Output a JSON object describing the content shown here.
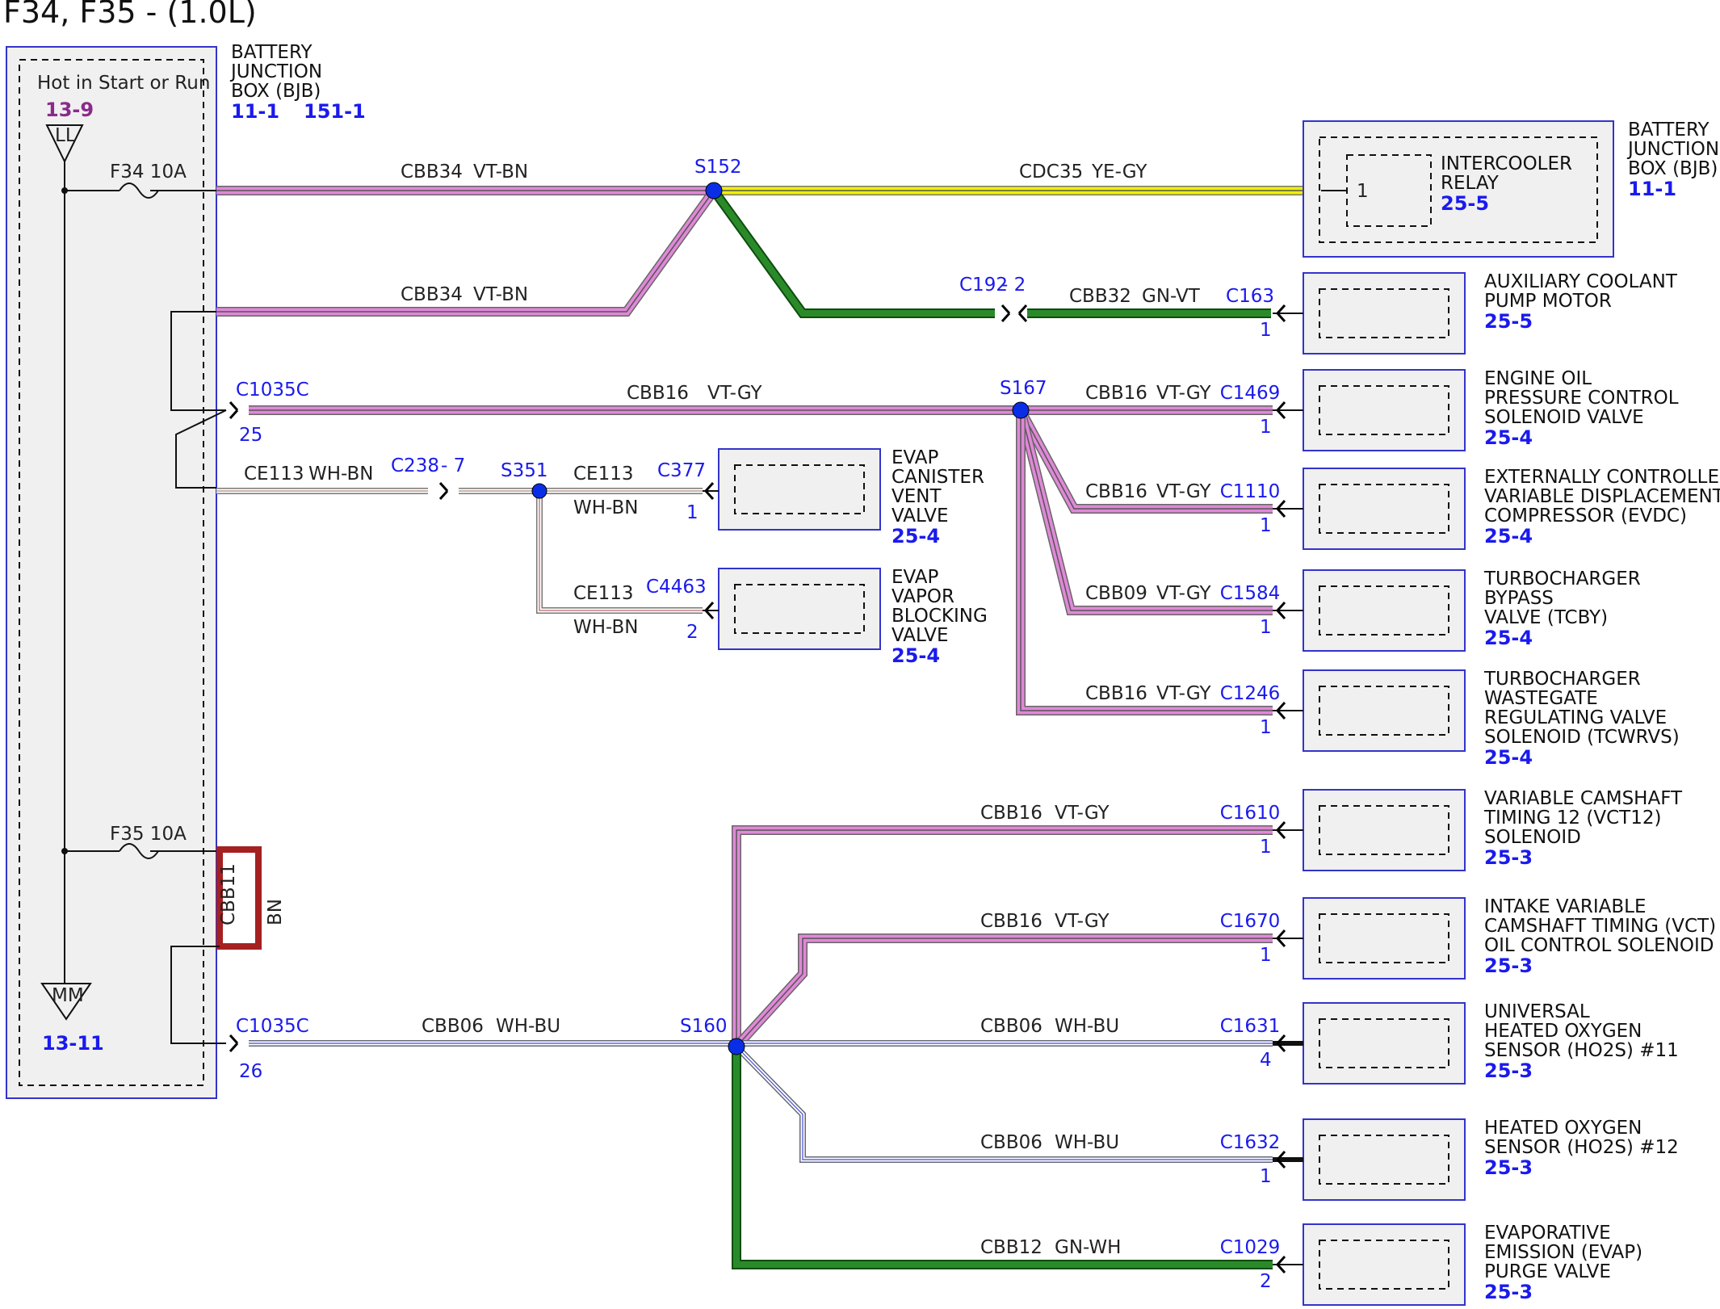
{
  "title": "F34, F35 - (1.0L)",
  "source": {
    "name_lines": [
      "BATTERY",
      "JUNCTION",
      "BOX (BJB)"
    ],
    "refs": [
      "11-1",
      "151-1"
    ],
    "hot_label": "Hot in Start or Run",
    "top_ref": "13-9",
    "top_term": "LL",
    "bottom_term": "MM",
    "bottom_ref": "13-11",
    "fuse1": "F34   10A",
    "fuse2": "F35   10A",
    "jumper_code": "CBB11",
    "jumper_color": "BN"
  },
  "colors": {
    "violet": "#e088d8",
    "yellow": "#f0f000",
    "green": "#1f7a1f",
    "box_fill": "#f0f0f0",
    "box_border": "#3333cc",
    "connector_blue": "#1a1aee",
    "splice_blue": "#0a2ee6",
    "jumper_red": "#a52020"
  },
  "wires": [
    {
      "name": "CBB34",
      "color": "VT-BN"
    },
    {
      "name": "CBB34",
      "color": "VT-BN"
    },
    {
      "name": "CDC35",
      "color": "YE-GY"
    },
    {
      "name": "CBB32",
      "color": "GN-VT"
    },
    {
      "name": "CBB16",
      "color": "VT-GY"
    },
    {
      "name": "CBB16",
      "color": "VT-GY"
    },
    {
      "name": "CBB16",
      "color": "VT-GY"
    },
    {
      "name": "CBB09",
      "color": "VT-GY"
    },
    {
      "name": "CBB16",
      "color": "VT-GY"
    },
    {
      "name": "CE113",
      "color": "WH-BN"
    },
    {
      "name": "CE113",
      "color": "WH-BN"
    },
    {
      "name": "CE113",
      "color": "WH-BN"
    },
    {
      "name": "CBB16",
      "color": "VT-GY"
    },
    {
      "name": "CBB16",
      "color": "VT-GY"
    },
    {
      "name": "CBB06",
      "color": "WH-BU"
    },
    {
      "name": "CBB06",
      "color": "WH-BU"
    },
    {
      "name": "CBB06",
      "color": "WH-BU"
    },
    {
      "name": "CBB12",
      "color": "GN-WH"
    }
  ],
  "splices": [
    "S152",
    "S167",
    "S351",
    "S160"
  ],
  "inline_connectors": [
    {
      "name": "C192",
      "pin": "- 2"
    },
    {
      "name": "C238",
      "pin": "- 7"
    },
    {
      "name": "C1035C",
      "pin": "25"
    },
    {
      "name": "C1035C",
      "pin": "26"
    }
  ],
  "components": [
    {
      "connector": "",
      "pin": "1",
      "name_lines": [
        "INTERCOOLER",
        "RELAY"
      ],
      "ref": "25-5",
      "outer_lines": [
        "BATTERY",
        "JUNCTION",
        "BOX (BJB)"
      ],
      "outer_ref": "11-1"
    },
    {
      "connector": "C163",
      "pin": "1",
      "name_lines": [
        "AUXILIARY COOLANT",
        "PUMP MOTOR"
      ],
      "ref": "25-5"
    },
    {
      "connector": "C1469",
      "pin": "1",
      "name_lines": [
        "ENGINE OIL",
        "PRESSURE CONTROL",
        "SOLENOID VALVE"
      ],
      "ref": "25-4"
    },
    {
      "connector": "C1110",
      "pin": "1",
      "name_lines": [
        "EXTERNALLY CONTROLLED",
        "VARIABLE DISPLACEMENT",
        "COMPRESSOR (EVDC)"
      ],
      "ref": "25-4"
    },
    {
      "connector": "C1584",
      "pin": "1",
      "name_lines": [
        "TURBOCHARGER",
        "BYPASS",
        "VALVE (TCBY)"
      ],
      "ref": "25-4"
    },
    {
      "connector": "C1246",
      "pin": "1",
      "name_lines": [
        "TURBOCHARGER",
        "WASTEGATE",
        "REGULATING VALVE",
        "SOLENOID (TCWRVS)"
      ],
      "ref": "25-4"
    },
    {
      "connector": "C377",
      "pin": "1",
      "name_lines": [
        "EVAP",
        "CANISTER",
        "VENT",
        "VALVE"
      ],
      "ref": "25-4"
    },
    {
      "connector": "C4463",
      "pin": "2",
      "name_lines": [
        "EVAP",
        "VAPOR",
        "BLOCKING",
        "VALVE"
      ],
      "ref": "25-4"
    },
    {
      "connector": "C1610",
      "pin": "1",
      "name_lines": [
        "VARIABLE CAMSHAFT",
        "TIMING 12 (VCT12)",
        "SOLENOID"
      ],
      "ref": "25-3"
    },
    {
      "connector": "C1670",
      "pin": "1",
      "name_lines": [
        "INTAKE VARIABLE",
        "CAMSHAFT TIMING (VCT)",
        "OIL CONTROL SOLENOID"
      ],
      "ref": "25-3"
    },
    {
      "connector": "C1631",
      "pin": "4",
      "name_lines": [
        "UNIVERSAL",
        "HEATED OXYGEN",
        "SENSOR (HO2S) #11"
      ],
      "ref": "25-3"
    },
    {
      "connector": "C1632",
      "pin": "1",
      "name_lines": [
        "HEATED OXYGEN",
        "SENSOR (HO2S) #12"
      ],
      "ref": "25-3"
    },
    {
      "connector": "C1029",
      "pin": "2",
      "name_lines": [
        "EVAPORATIVE",
        "EMISSION (EVAP)",
        "PURGE VALVE"
      ],
      "ref": "25-3"
    }
  ]
}
